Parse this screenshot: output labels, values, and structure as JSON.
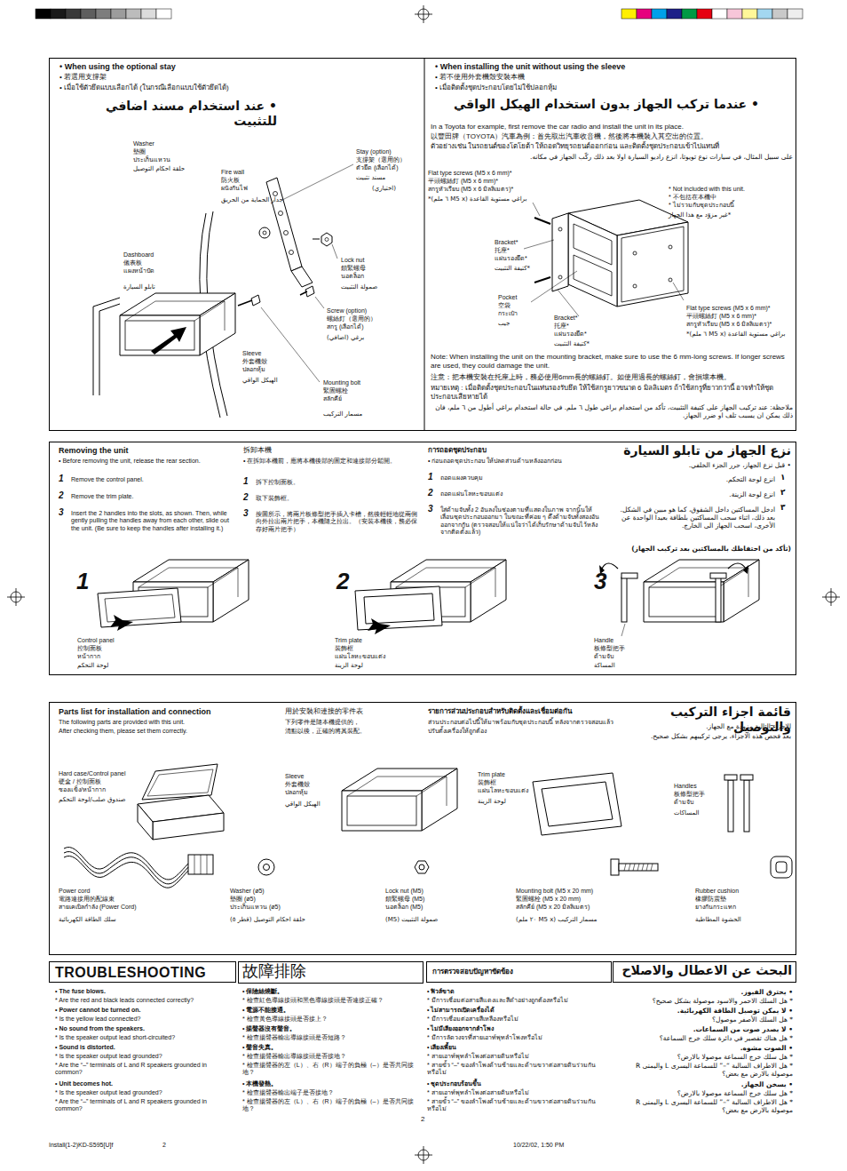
{
  "diagram": {
    "nodes": [
      {
        "text": [
          "• When using the optional stay",
          "• 若選用支撐架",
          "• เมื่อใช้ตัวยึดแบบเลือกได้ (ในกรณีเลือกแบบใช้ตัวยึดได้)",
          "• عند استخدام مسند اضافي للتثبيت",
          "Washer",
          "墊圈",
          "ประเก็นแหวน",
          "حلقة احكام التوصيل",
          "Fire wall",
          "防火板",
          "ผนังกันไฟ",
          "جدار الحماية من الحريق",
          "Stay (option)",
          "支撐架（選用的）",
          "ตัวยึด (เลือกได้)",
          "مسند تثبيت",
          "(اختياري)",
          "Dashboard",
          "儀表板",
          "แผงหน้าปัด",
          "تابلو السيارة",
          "Lock nut",
          "鎖緊螺母",
          "นอตล็อก",
          "صمولة التثبيت",
          "Screw (option)",
          "螺絲釘（選用的）",
          "สกรู (เลือกได้)",
          "برغي (اضافي)",
          "Sleeve",
          "外套機殼",
          "ปลอกหุ้ม",
          "الهيكل الواقي",
          "Mounting bolt",
          "緊固螺栓",
          "สลักคีย์",
          "مسمار التركيب",
          "• When installing the unit without using the sleeve",
          "• 若不使用外套機殼安裝本機",
          "• เมื่อติดตั้งชุดประกอบโดยไม่ใช้ปลอกหุ้ม",
          "• عندما تركب الجهاز بدون استخدام الهيكل الواقي",
          "In a Toyota for example, first remove the car radio and install the unit in its place.",
          "以豐田牌（TOYOTA）汽車為例：首先取出汽車收音機，然後將本機裝入其空出的位置。",
          "ตัวอย่างเช่น ในรถยนต์ของโตโยต้า ให้ถอดวิทยุรถยนต์ออกก่อน และติดตั้งชุดประกอบเข้าไปแทนที่",
          "على سبيل المثال، في سيارات نوع تويوتا، انزع راديو السيارة اولا بعد ذلك ركّب الجهاز في مكانه.",
          "Flat type screws (M5 x 6 mm)*",
          "平頭螺絲釘 (M5 x 6 mm)*",
          "สกรูหัวเรียบ (M5 x 6 มิลลิเมตร)*",
          "براغي مستوية القاعدة (M5 x ٦ ملم)*",
          "* Not included with this unit.",
          "* 不包括在本機中",
          "* ไม่รวมกับชุดประกอบนี้",
          "*غير مزوّد مع هذا الجهاز",
          "Bracket*",
          "托座*",
          "แผ่นรองยึด*",
          "*كتيفة التثبيت",
          "Pocket",
          "空袋",
          "กระเป๋า",
          "جيب",
          "Bracket*",
          "托座*",
          "แผ่นรองยึด*",
          "*كتيفة التثبيت",
          "Flat type screws (M5 x 6 mm)*",
          "平頭螺絲釘 (M5 x 6 mm)*",
          "สกรูหัวเรียบ (M5 x 6 มิลลิเมตร)*",
          "براغي مستوية القاعدة (M5 x ٦ ملم)*",
          "Note: When installing the unit on the mounting bracket, make sure to use the 6 mm-long screws. If longer screws are used, they could damage the unit.",
          "注意：把本機安裝在托座上時，務必使用6mm長的螺絲釘。如使用過長的螺絲釘，會損壞本機。",
          "หมายเหตุ : เมื่อติดตั้งชุดประกอบในแท่นรองรับยึด ให้ใช้สกรูยาวขนาด 6 มิลลิเมตร ถ้าใช้สกรูที่ยาวกว่านี้ อาจทำให้ชุดประกอบเสียหายได้",
          "ملاحظة: عند تركيب الجهاز على كتيفة التثبيت، تأكد من استخدام براغي طول ٦ ملم. في حالة استخدام براغي أطول من ٦ ملم، فان ذلك يمكن ان يسبب تلف او ضرر الجهاز."
        ]
      },
      {
        "text": [
          "Removing the unit",
          "• Before removing the unit, release the rear section.",
          "1",
          "Remove the control panel.",
          "2",
          "Remove the trim plate.",
          "3",
          "Insert the 2 handles into the slots, as shown. Then, while gently pulling the handles away from each other, slide out the unit. (Be sure to keep the handles after installing it.)",
          "拆卸本機",
          "• 在拆卸本機前，應將本機後部的固定和連接部分鬆開。",
          "1",
          "拆下控制面板。",
          "2",
          "取下裝飾框。",
          "3",
          "按圖所示，將兩片板條型把手插入卡槽，然後輕輕地從兩側向外拉出兩片把手，本機隨之拉出。（安裝本機後，務必保存好兩片把手）",
          "การถอดชุดประกอบ",
          "• ก่อนถอดชุดประกอบ ให้ปลดส่วนด้านหลังออกก่อน",
          "1",
          "ถอดแผงควบคุม",
          "2",
          "ถอดแผ่นโลหะขอบแต่ง",
          "3",
          "ใส่ด้ามจับทั้ง 2 อันลงในช่องตามที่แสดงในภาพ จากนั้นให้เลื่อนชุดประกอบออกมา ในขณะที่ค่อย ๆ ดึงด้ามจับทั้งสองอันออกจากกัน (ตรวจสอบให้แน่ใจว่าได้เก็บรักษาด้ามจับไว้หลังจากติดตั้งแล้ว)",
          "نزع الجهاز من تابلو السيارة",
          "• قبل نزع الجهاز، حرر الجزء الخلفي.",
          "١",
          "انزع لوحة التحكم.",
          "٢",
          "انزع لوحة الزينة.",
          "٣",
          "ادخل المساكتين داخل الشقوق، كما هو مبين في الشكل. بعد ذلك، اثناء سحب المساكتين بلطافة بعيدا الواحدة عن الأخرى، اسحب الجهاز الى الخارج.",
          "(تأكد من احتفاظك بالمساكتين بعد تركيب الجهاز)",
          "1",
          "2",
          "3",
          "Control panel",
          "控制面板",
          "หน้ากาก",
          "لوحة التحكم",
          "Trim plate",
          "裝飾框",
          "แผ่นโลหะขอบแต่ง",
          "لوحة الزينة",
          "Handle",
          "板條型把手",
          "ด้ามจับ",
          "المساكة"
        ]
      },
      {
        "text": [
          "Parts list for installation and connection",
          "The following parts are provided with this unit.",
          "After checking them, please set them correctly.",
          "用於安裝和連接的零件表",
          "下列零件是隨本機提供的，",
          "清點以後，正確的將其裝配。",
          "รายการส่วนประกอบสำหรับติดตั้งและเชื่อมต่อกัน",
          "ส่วนประกอบต่อไปนี้ให้มาพร้อมกับชุดประกอบนี้ หลังจากตรวจสอบแล้ว",
          "ปรับตั้งเครื่องให้ถูกต้อง",
          "قائمة اجزاء التركيب والتوصيل",
          "الاجزاء التالية مزودة مع الجهاز.",
          "بعد فحص هذه الاجزاء، يرجى تركيبهم بشكل صحيح.",
          "Hard case/Control panel",
          "硬盒 / 控制面板",
          "ซองแข็ง/หน้ากาก",
          "صندوق صلب/لوحة التحكم",
          "Sleeve",
          "外套機殼",
          "ปลอกหุ้ม",
          "الهيكل الواقي",
          "Trim plate",
          "裝飾框",
          "แผ่นโลหะขอบแต่ง",
          "لوحة الزينة",
          "Handles",
          "板條型把手",
          "ด้ามจับ",
          "المساكات",
          "Power cord",
          "電路連接用的配線束",
          "สายเคเบิลกำลัง (Power Cord)",
          "سلك الطاقة الكهربائية",
          "Washer (ø5)",
          "墊圈 (ø5)",
          "ประเก็นแหวน (ø5)",
          "حلقة احكام التوصيل (قطر ٥)",
          "Lock nut (M5)",
          "鎖緊螺母 (M5)",
          "นอตล็อก (M5)",
          "صمولة التثبيت (M5)",
          "Mounting bolt (M5 x 20 mm)",
          "緊固螺栓 (M5 x 20 mm)",
          "สลักคีย์ (M5 x 20 มิลลิเมตร)",
          "مسمار التركيب (M5 x ٢٠ ملم)",
          "Rubber cushion",
          "橡膠防震墊",
          "ยางกันกระแทก",
          "الحشوة المطاطية"
        ]
      },
      {
        "text": [
          "TROUBLESHOOTING"
        ]
      },
      {
        "text": [
          "故障排除"
        ]
      },
      {
        "text": [
          "การตรวจสอบปัญหาขัดข้อง"
        ]
      },
      {
        "text": [
          "البحث عن الاعطال والاصلاح"
        ]
      }
    ],
    "labels": [
      "• The fuse blows.",
      "* Are the red and black leads connected correctly?",
      "• Power cannot be turned on.",
      "* Is the yellow lead connected?",
      "• No sound from the speakers.",
      "* Is the speaker output lead short-circuited?",
      "• Sound is distorted.",
      "* Is the speaker output lead grounded?",
      "* Are the “–” terminals of L and R speakers grounded in common?",
      "• Unit becomes hot.",
      "* Is the speaker output lead grounded?",
      "* Are the “–” terminals of L and R speakers grounded in common?",
      "• 保險絲燒斷。",
      "* 檢查紅色導線接頭和黑色導線接頭是否連接正確？",
      "• 電源不能接通。",
      "* 檢查黃色導線接頭是否接上？",
      "• 揚聲器沒有聲音。",
      "* 檢查揚聲器輸出導線接頭是否短路？",
      "• 聲音失真。",
      "* 檢查揚聲器輸出導線接頭是否接地？",
      "* 檢查揚聲器的左（L）、右（R）端子的負極（–）是否共同接地？",
      "• 本機發熱。",
      "* 檢查揚聲器輸出端子是否接地？",
      "* 檢查揚聲器的左（L）、右（R）端子的負極（–）是否共同接地？",
      "• ฟิวส์ขาด",
      "* มีการเชื่อมต่อสายสีแดงและสีดำอย่างถูกต้องหรือไม่",
      "• ไม่สามารถเปิดเครื่องได้",
      "* มีการเชื่อมต่อสายสีเหลืองหรือไม่",
      "• ไม่มีเสียงออกจากลำโพง",
      "* มีการลัดวงจรที่สายเอาท์พุทลำโพงหรือไม่",
      "• เสียงเพี้ยน",
      "* สายเอาท์พุทลำโพงต่อสายดินหรือไม่",
      "* สายขั้ว “–” ของลำโพงด้านซ้ายและด้านขวาต่อสายดินร่วมกันหรือไม่",
      "• ชุดประกอบร้อนขึ้น",
      "* สายเอาท์พุทลำโพงต่อสายดินหรือไม่",
      "* สายขั้ว “–” ของลำโพงด้านซ้ายและด้านขวาต่อสายดินร่วมกันหรือไม่",
      "• يحترق الفيوز.",
      "* هل السلك الاحمر والاسود موصولة بشكل صحيح؟",
      "• لا يمكن توصيل الطاقة الكهربائية.",
      "* هل السلك الأصفر موصول؟",
      "• لا يصدر صوت من السماعات.",
      "* هل هناك تقصير في دائرة سلك خرج السماعة؟",
      "• الصوت مشوه.",
      "* هل سلك خرج السماعة موصولا بالارض؟",
      "* هل الاطراف السالبة “–” للسماعة اليسرى L واليمنى R موصولة بالارض مع بعض؟",
      "• يسخن الجهاز.",
      "* هل سلك خرج السماعة موصولا بالارض؟",
      "* هل الاطراف السالبة “–” للسماعة اليسرى L واليمنى R موصولة بالارض مع بعض؟",
      "2",
      "Install(1-2)KD-S595[U]f",
      "2",
      "10/22/02, 1:50 PM"
    ]
  }
}
